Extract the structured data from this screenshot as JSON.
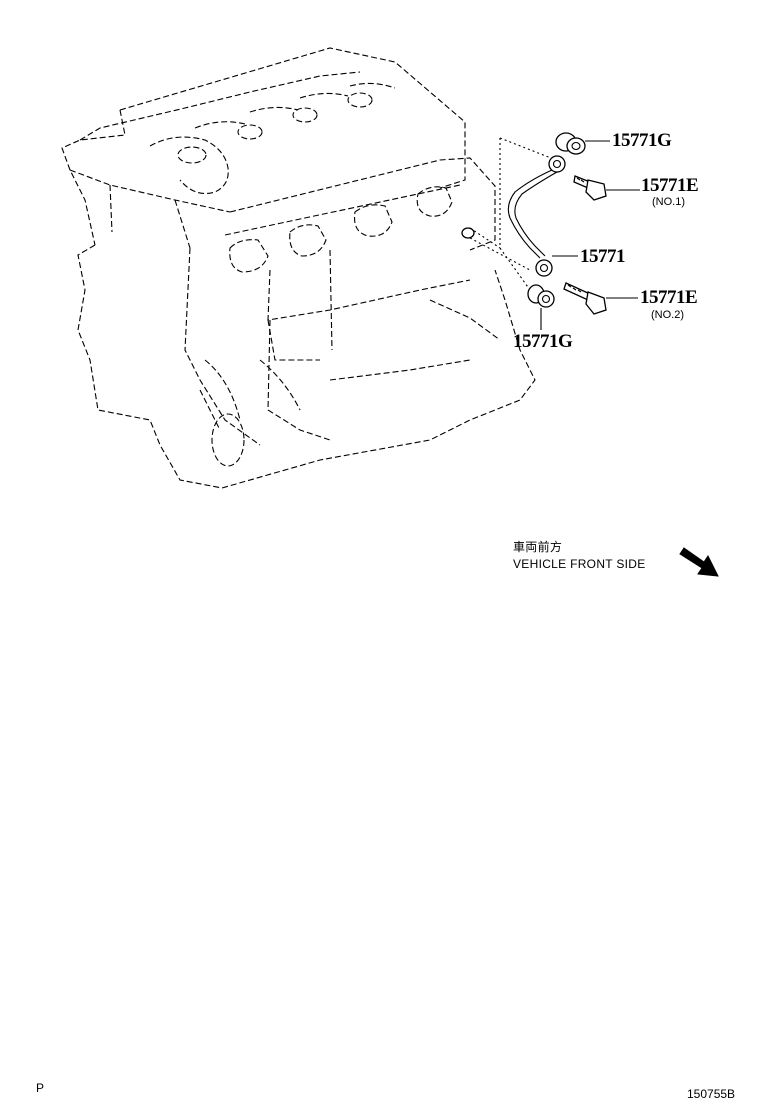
{
  "labels": {
    "union_gasket_top": "15771G",
    "union_bolt_no1": "15771E",
    "union_bolt_no1_sub": "(NO.1)",
    "oil_pipe": "15771",
    "union_bolt_no2": "15771E",
    "union_bolt_no2_sub": "(NO.2)",
    "union_gasket_bottom": "15771G"
  },
  "direction": {
    "japanese": "車両前方",
    "english": "VEHICLE FRONT SIDE"
  },
  "footer": {
    "left_code": "P",
    "diagram_id": "150755B"
  }
}
